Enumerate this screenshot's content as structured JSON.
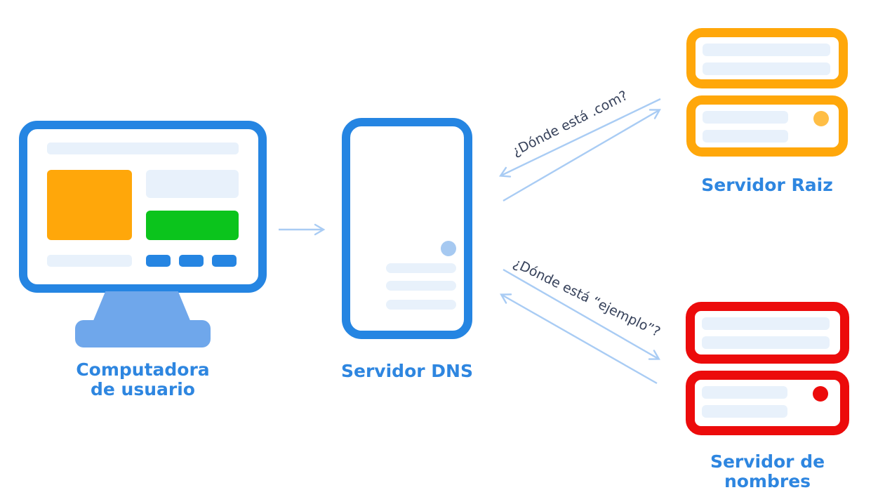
{
  "theme": {
    "primary_blue": "#2585E2",
    "stand_blue": "#6FA7EB",
    "pale_blue": "#E8F1FB",
    "soft_blue": "#A6C9F1",
    "arrow_blue": "#A9CCF4",
    "accent_orange": "#FFA70A",
    "accent_orange_light": "#FFBE45",
    "accent_green": "#0BC41C",
    "accent_red": "#EC0B0B",
    "label_blue": "#2E86E0",
    "arrow_text_color": "#36415A",
    "background": "#FFFFFF"
  },
  "nodes": {
    "computer": {
      "label_line1": "Computadora",
      "label_line2": "de usuario"
    },
    "dns": {
      "label": "Servidor DNS"
    },
    "root": {
      "label": "Servidor Raiz"
    },
    "names": {
      "label": "Servidor de nombres"
    }
  },
  "arrows": {
    "top_label": "¿Dónde está .com?",
    "bottom_label": "¿Dónde está “ejemplo”?"
  }
}
